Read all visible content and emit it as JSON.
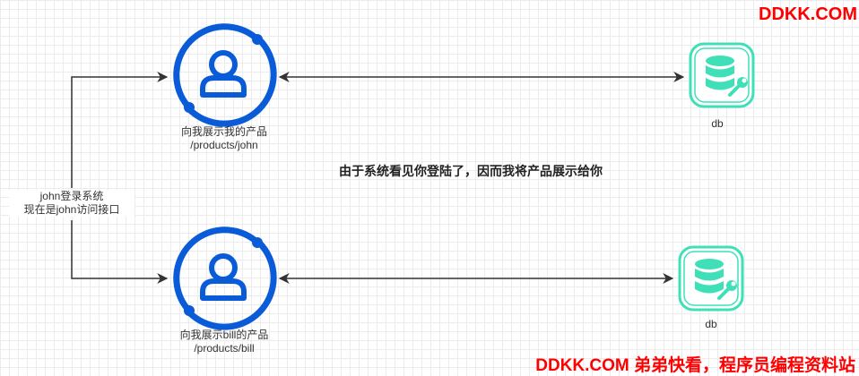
{
  "nodes": {
    "user_top": {
      "line1": "向我展示我的产品",
      "line2": "/products/john"
    },
    "user_bottom": {
      "line1": "向我展示bill的产品",
      "line2": "/products/bill"
    },
    "login": {
      "line1": "john登录系统",
      "line2": "现在是john访问接口"
    },
    "db_top": {
      "label": "db"
    },
    "db_bottom": {
      "label": "db"
    }
  },
  "annotation": "由于系统看见你登陆了，因而我将产品展示给你",
  "watermarks": {
    "top": "DDKK.COM",
    "bottom": "DDKK.COM 弟弟快看，程序员编程资料站"
  },
  "colors": {
    "user_icon": "#0a5bd8",
    "db_icon": "#3fe0b8",
    "arrow": "#333333",
    "watermark": "#ff0000"
  },
  "icons": {
    "user": "user-icon",
    "db": "database-wrench-icon"
  }
}
